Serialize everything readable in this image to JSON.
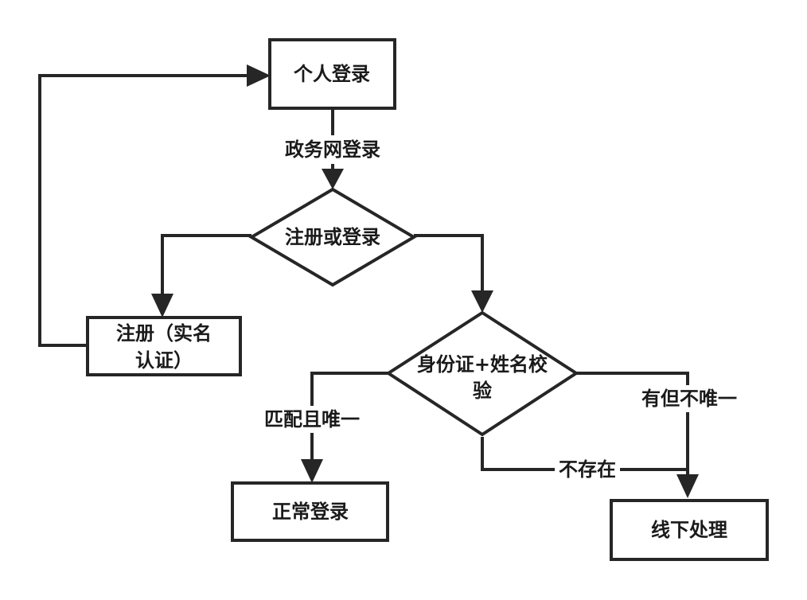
{
  "nodes": {
    "personal_login": "个人登录",
    "register_or_login": "注册或登录",
    "register_line1": "注册（实名",
    "register_line2": "认证）",
    "verify_line1": "身份证+姓名校",
    "verify_line2": "验",
    "normal_login": "正常登录",
    "offline": "线下处理"
  },
  "edges": {
    "gov_login": "政务网登录",
    "match_unique": "匹配且唯一",
    "not_unique": "有但不唯一",
    "not_exist": "不存在"
  },
  "colors": {
    "line": "#262626",
    "text": "#1a1a1a",
    "background": "#ffffff"
  }
}
